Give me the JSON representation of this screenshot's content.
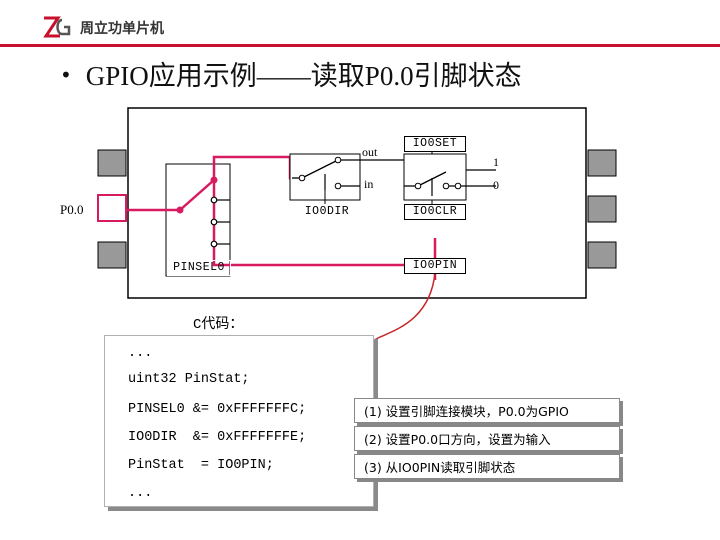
{
  "header": {
    "brand_name": "周立功单片机",
    "brand_mark_text": "ZLG"
  },
  "slide": {
    "title": "GPIO应用示例——读取P0.0引脚状态"
  },
  "diagram": {
    "pin_label": "P0.0",
    "pinsel_label": "PINSEL0",
    "iodir_label": "IO0DIR",
    "ioset_label": "IO0SET",
    "ioclr_label": "IO0CLR",
    "iopin_label": "IO0PIN",
    "out_label": "out",
    "in_label": "in",
    "one_label": "1",
    "zero_label": "0"
  },
  "code": {
    "label": "C代码：",
    "lines": [
      "...",
      "uint32 PinStat;",
      "PINSEL0 &= 0xFFFFFFFC;",
      "IO0DIR  &= 0xFFFFFFFE;",
      "PinStat  = IO0PIN;",
      "..."
    ]
  },
  "notes": [
    "(1) 设置引脚连接模块，P0.0为GPIO",
    "(2) 设置P0.0口方向，设置为输入",
    "(3) 从IO0PIN读取引脚状态"
  ],
  "colors": {
    "accent_red": "#c8102e",
    "wire_pink": "#d81b60",
    "arrow_red": "#c62828",
    "chip_gray": "#999999"
  }
}
